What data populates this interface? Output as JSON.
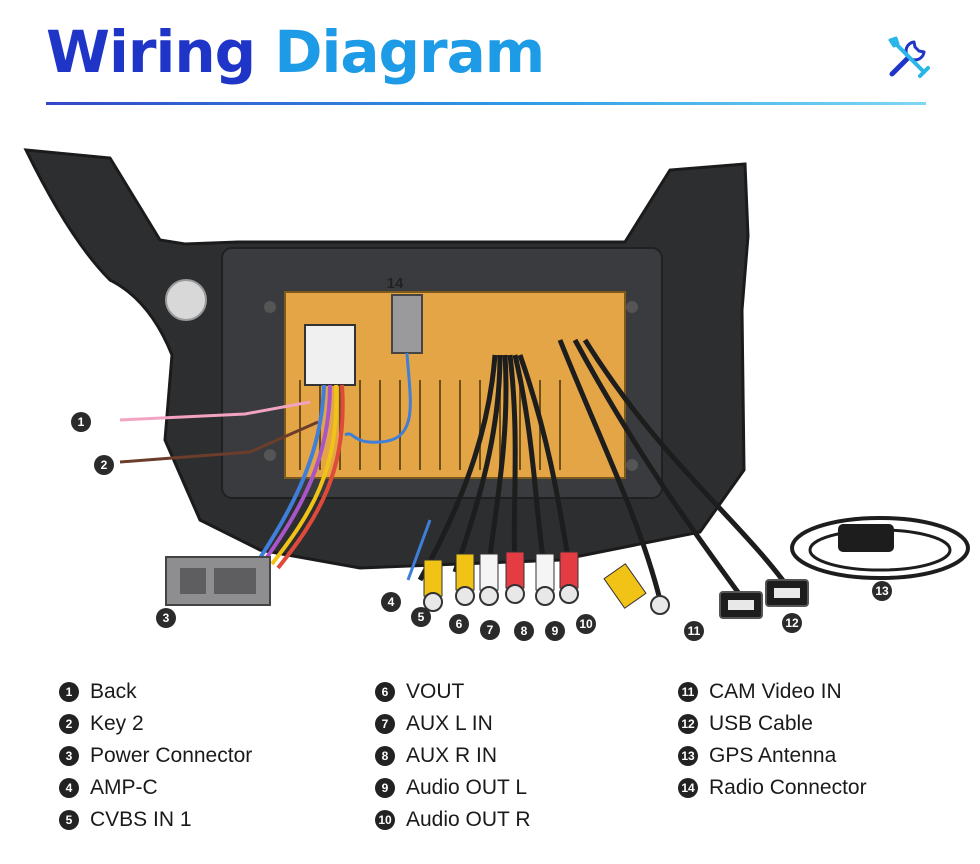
{
  "header": {
    "title_part1": "Wiring",
    "title_part2": "Diagram",
    "icon": "tools-icon"
  },
  "colors": {
    "title_dark_blue": "#1f35c8",
    "title_light_blue": "#1e9be6",
    "frame": "#2d2e30",
    "chassis": "#e3a545"
  },
  "callouts": [
    {
      "num": "1"
    },
    {
      "num": "2"
    },
    {
      "num": "3"
    },
    {
      "num": "4"
    },
    {
      "num": "5"
    },
    {
      "num": "6"
    },
    {
      "num": "7"
    },
    {
      "num": "8"
    },
    {
      "num": "9"
    },
    {
      "num": "10"
    },
    {
      "num": "11"
    },
    {
      "num": "12"
    },
    {
      "num": "13"
    },
    {
      "num": "14"
    }
  ],
  "legend": {
    "col1": [
      {
        "num": "1",
        "label": "Back"
      },
      {
        "num": "2",
        "label": "Key 2"
      },
      {
        "num": "3",
        "label": "Power Connector"
      },
      {
        "num": "4",
        "label": "AMP-C"
      },
      {
        "num": "5",
        "label": "CVBS IN 1"
      }
    ],
    "col2": [
      {
        "num": "6",
        "label": "VOUT"
      },
      {
        "num": "7",
        "label": "AUX L IN"
      },
      {
        "num": "8",
        "label": "AUX R IN"
      },
      {
        "num": "9",
        "label": "Audio OUT L"
      },
      {
        "num": "10",
        "label": "Audio OUT R"
      }
    ],
    "col3": [
      {
        "num": "11",
        "label": "CAM Video IN"
      },
      {
        "num": "12",
        "label": "USB Cable"
      },
      {
        "num": "13",
        "label": "GPS Antenna"
      },
      {
        "num": "14",
        "label": "Radio Connector"
      }
    ]
  }
}
